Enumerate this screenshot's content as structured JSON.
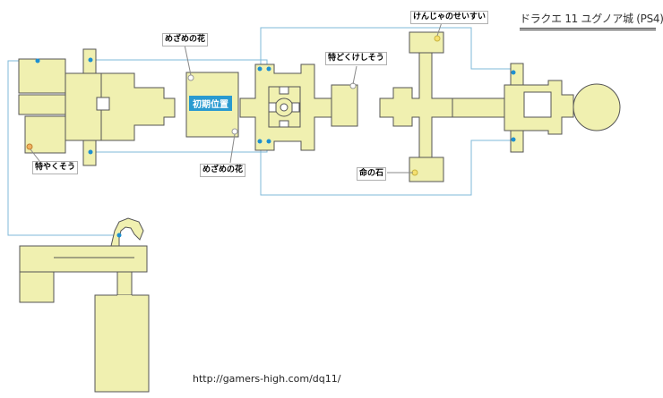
{
  "title": "ドラクエ 11 ユグノア城 (PS4)",
  "start_label": "初期位置",
  "labels": {
    "mezame_top": "めざめの花",
    "mezame_bottom": "めざめの花",
    "tokudoku": "特どくけしそう",
    "kenja": "けんじゃのせいすい",
    "inochi": "命の石",
    "tokuyaku": "特やくそう"
  },
  "footer_url": "http://gamers-high.com/dq11/",
  "colors": {
    "floor": "#f0f0b0",
    "wall": "#555555",
    "link_line": "#7fb8d8",
    "stair": "#1e8fd0",
    "item_yellow": "#f5e070",
    "item_orange": "#f0b060"
  }
}
